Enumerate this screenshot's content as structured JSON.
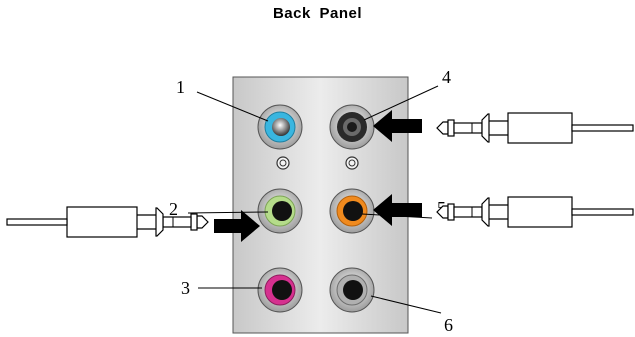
{
  "title": "Back   Panel",
  "callouts": [
    {
      "label": "1",
      "jack": "light-blue"
    },
    {
      "label": "2",
      "jack": "lime-green"
    },
    {
      "label": "3",
      "jack": "pink"
    },
    {
      "label": "4",
      "jack": "black"
    },
    {
      "label": "5",
      "jack": "orange"
    },
    {
      "label": "6",
      "jack": "gray"
    }
  ],
  "colors": {
    "panel": "#dcdcdc",
    "light_blue": "#39b6e0",
    "lime_green": "#b5dc8a",
    "pink": "#d6308f",
    "black_ring": "#2a2a2a",
    "orange": "#f08a1e",
    "gray": "#b0b0b0"
  },
  "icons": [
    "audio-plug-icon",
    "arrow-right-icon",
    "arrow-left-icon",
    "screw-hole-icon"
  ]
}
